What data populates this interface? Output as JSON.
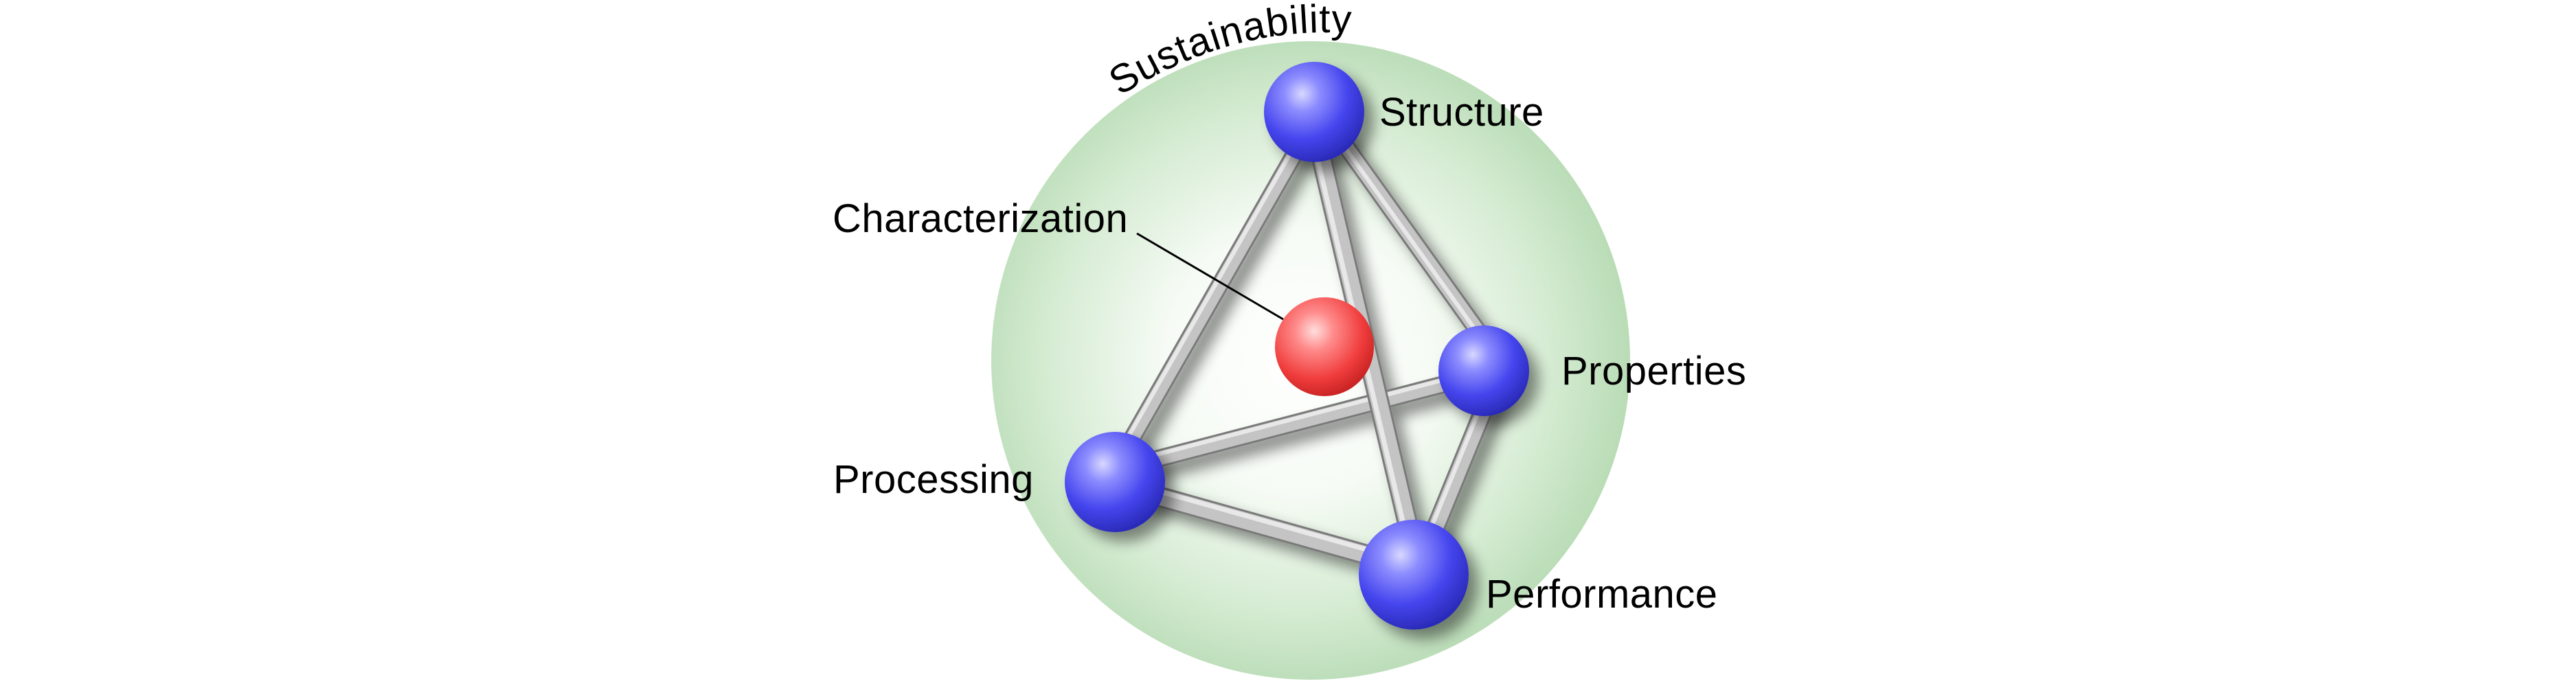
{
  "diagram": {
    "outer_label": "Sustainability",
    "nodes": {
      "structure": "Structure",
      "properties": "Properties",
      "processing": "Processing",
      "performance": "Performance",
      "characterization": "Characterization"
    },
    "colors": {
      "sphere_background": "#b9dcb6",
      "node_sphere": "#5050f0",
      "center_sphere": "#f04848",
      "rod": "#b4b4b4"
    }
  }
}
